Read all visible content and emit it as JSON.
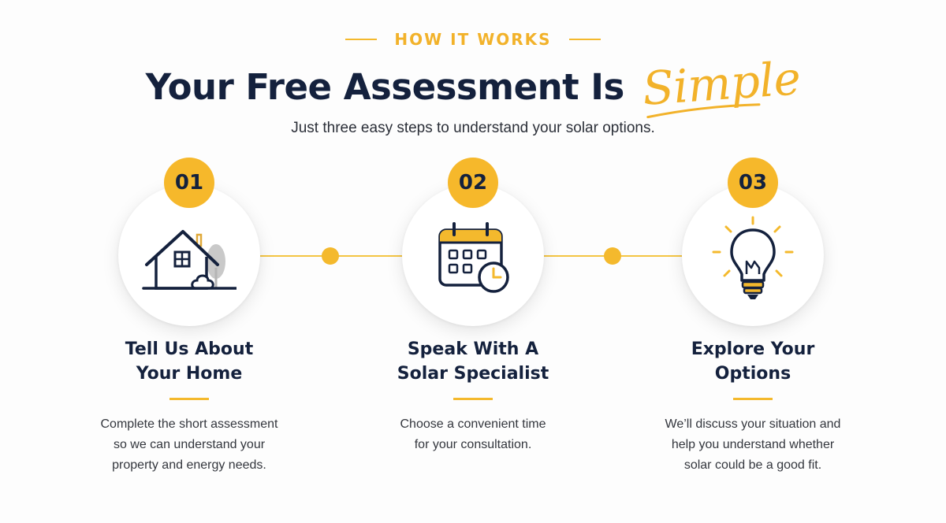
{
  "header": {
    "eyebrow": "HOW IT WORKS",
    "headline": "Your Free Assessment Is",
    "headline_accent": "Simple",
    "subtitle": "Just three easy steps to understand your solar options."
  },
  "steps": [
    {
      "number": "01",
      "title_line1": "Tell Us About",
      "title_line2": "Your Home",
      "desc_line1": "Complete the short assessment",
      "desc_line2": "so we can understand your",
      "desc_line3": "property and energy needs.",
      "icon": "house-icon"
    },
    {
      "number": "02",
      "title_line1": "Speak With A",
      "title_line2": "Solar Specialist",
      "desc_line1": "Choose a convenient time",
      "desc_line2": "for your consultation.",
      "desc_line3": "",
      "icon": "calendar-clock-icon"
    },
    {
      "number": "03",
      "title_line1": "Explore Your",
      "title_line2": "Options",
      "desc_line1": "We’ll discuss your situation and",
      "desc_line2": "help you understand whether",
      "desc_line3": "solar could be a good fit.",
      "icon": "lightbulb-icon"
    }
  ],
  "colors": {
    "accent": "#f4b92d",
    "navy": "#14213d",
    "text": "#33363d"
  }
}
